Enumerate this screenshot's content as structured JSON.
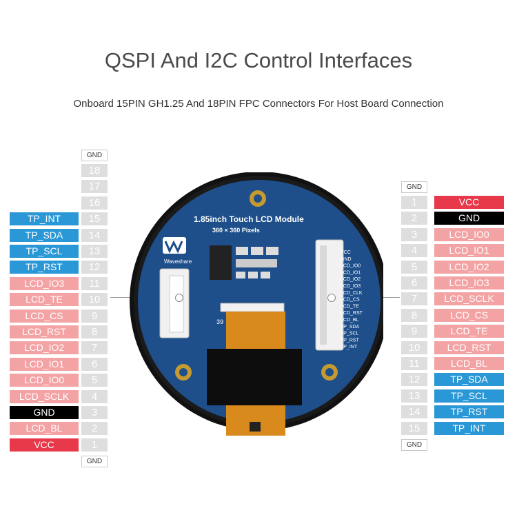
{
  "title": "QSPI And I2C Control Interfaces",
  "subtitle": "Onboard 15PIN GH1.25 And 18PIN FPC Connectors For Host Board Connection",
  "left_connector": {
    "top_label": "GND",
    "bottom_label": "GND",
    "pins": [
      "18",
      "17",
      "16",
      "15",
      "14",
      "13",
      "12",
      "11",
      "10",
      "9",
      "8",
      "7",
      "6",
      "5",
      "4",
      "3",
      "2",
      "1"
    ],
    "signals": [
      {
        "pin": "15",
        "label": "TP_INT",
        "kind": "tp"
      },
      {
        "pin": "14",
        "label": "TP_SDA",
        "kind": "tp"
      },
      {
        "pin": "13",
        "label": "TP_SCL",
        "kind": "tp"
      },
      {
        "pin": "12",
        "label": "TP_RST",
        "kind": "tp"
      },
      {
        "pin": "11",
        "label": "LCD_IO3",
        "kind": "lcd"
      },
      {
        "pin": "10",
        "label": "LCD_TE",
        "kind": "lcd"
      },
      {
        "pin": "9",
        "label": "LCD_CS",
        "kind": "lcd"
      },
      {
        "pin": "8",
        "label": "LCD_RST",
        "kind": "lcd"
      },
      {
        "pin": "7",
        "label": "LCD_IO2",
        "kind": "lcd"
      },
      {
        "pin": "6",
        "label": "LCD_IO1",
        "kind": "lcd"
      },
      {
        "pin": "5",
        "label": "LCD_IO0",
        "kind": "lcd"
      },
      {
        "pin": "4",
        "label": "LCD_SCLK",
        "kind": "lcd"
      },
      {
        "pin": "3",
        "label": "GND",
        "kind": "gnd"
      },
      {
        "pin": "2",
        "label": "LCD_BL",
        "kind": "lcd"
      },
      {
        "pin": "1",
        "label": "VCC",
        "kind": "vcc"
      }
    ]
  },
  "right_connector": {
    "top_label": "GND",
    "bottom_label": "GND",
    "pins": [
      "1",
      "2",
      "3",
      "4",
      "5",
      "6",
      "7",
      "8",
      "9",
      "10",
      "11",
      "12",
      "13",
      "14",
      "15"
    ],
    "signals": [
      {
        "pin": "1",
        "label": "VCC",
        "kind": "vcc"
      },
      {
        "pin": "2",
        "label": "GND",
        "kind": "gnd"
      },
      {
        "pin": "3",
        "label": "LCD_IO0",
        "kind": "lcd"
      },
      {
        "pin": "4",
        "label": "LCD_IO1",
        "kind": "lcd"
      },
      {
        "pin": "5",
        "label": "LCD_IO2",
        "kind": "lcd"
      },
      {
        "pin": "6",
        "label": "LCD_IO3",
        "kind": "lcd"
      },
      {
        "pin": "7",
        "label": "LCD_SCLK",
        "kind": "lcd"
      },
      {
        "pin": "8",
        "label": "LCD_CS",
        "kind": "lcd"
      },
      {
        "pin": "9",
        "label": "LCD_TE",
        "kind": "lcd"
      },
      {
        "pin": "10",
        "label": "LCD_RST",
        "kind": "lcd"
      },
      {
        "pin": "11",
        "label": "LCD_BL",
        "kind": "lcd"
      },
      {
        "pin": "12",
        "label": "TP_SDA",
        "kind": "tp"
      },
      {
        "pin": "13",
        "label": "TP_SCL",
        "kind": "tp"
      },
      {
        "pin": "14",
        "label": "TP_RST",
        "kind": "tp"
      },
      {
        "pin": "15",
        "label": "TP_INT",
        "kind": "tp"
      }
    ]
  },
  "board": {
    "brand": "Waveshare",
    "title": "1.85inch Touch LCD Module",
    "resolution": "360 × 360 Pixels",
    "silk_labels": [
      "VCC",
      "GND",
      "LCD_IO0",
      "LCD_IO1",
      "LCD_IO2",
      "LCD_IO3",
      "LCD_CLK",
      "LCD_CS",
      "LCD_TE",
      "LCD_RST",
      "LCD_BL",
      "TP_SDA",
      "TP_SCL",
      "TP_RST",
      "TP_INT"
    ],
    "fpc_mark": "39",
    "colors": {
      "pcb": "#1e4f8a",
      "bezel": "#111111",
      "ribbon": "#d88a1c"
    }
  }
}
